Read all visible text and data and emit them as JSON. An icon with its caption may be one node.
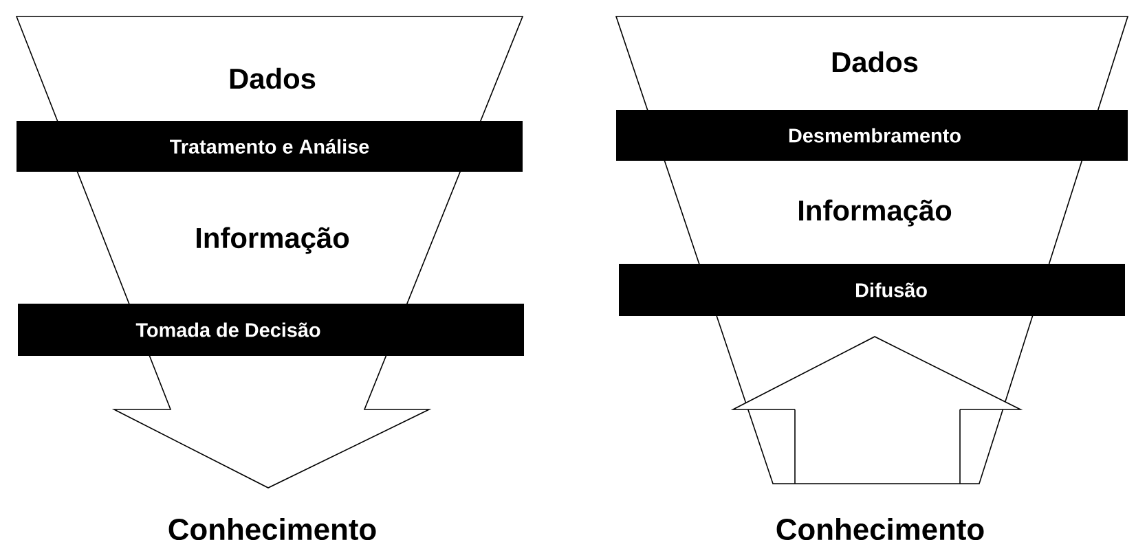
{
  "diagram": {
    "nodes": [
      {
        "text": [
          "Dados",
          "Informação",
          "Conhecimento"
        ]
      },
      {
        "text": [
          "Tratamento e Análise"
        ],
        "in": 0
      },
      {
        "text": [
          "Tomada de Decisão"
        ],
        "in": 0
      },
      {
        "text": [
          "Dados",
          "Informação",
          "Conhecimento"
        ]
      },
      {
        "text": [
          "Desmembramento"
        ],
        "in": 3
      },
      {
        "text": [
          "Difusão"
        ],
        "in": 3
      }
    ]
  }
}
